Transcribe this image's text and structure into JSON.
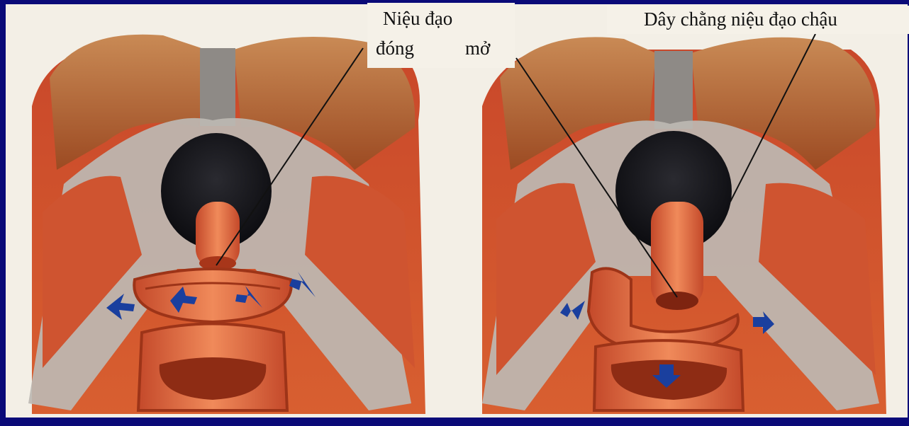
{
  "labels": {
    "urethra_title": "Niệu đạo",
    "closed": "đóng",
    "open": "mở",
    "ligament": "Dây chằng niệu đạo chậu"
  },
  "colors": {
    "background": "#0a0a78",
    "panel": "#f3efe6",
    "muscle": "#d4552a",
    "muscle_dark": "#a8361a",
    "fascia": "#b9b6b0",
    "bone": "#b8703e",
    "arrow": "#1a3f9e",
    "leader_line": "#111111"
  },
  "panels": [
    {
      "state": "closed",
      "arrows": [
        "inward-left",
        "inward-center-left",
        "inward-center-right",
        "inward-right"
      ]
    },
    {
      "state": "open",
      "arrows": [
        "outward-left",
        "outward-down",
        "outward-right"
      ]
    }
  ]
}
